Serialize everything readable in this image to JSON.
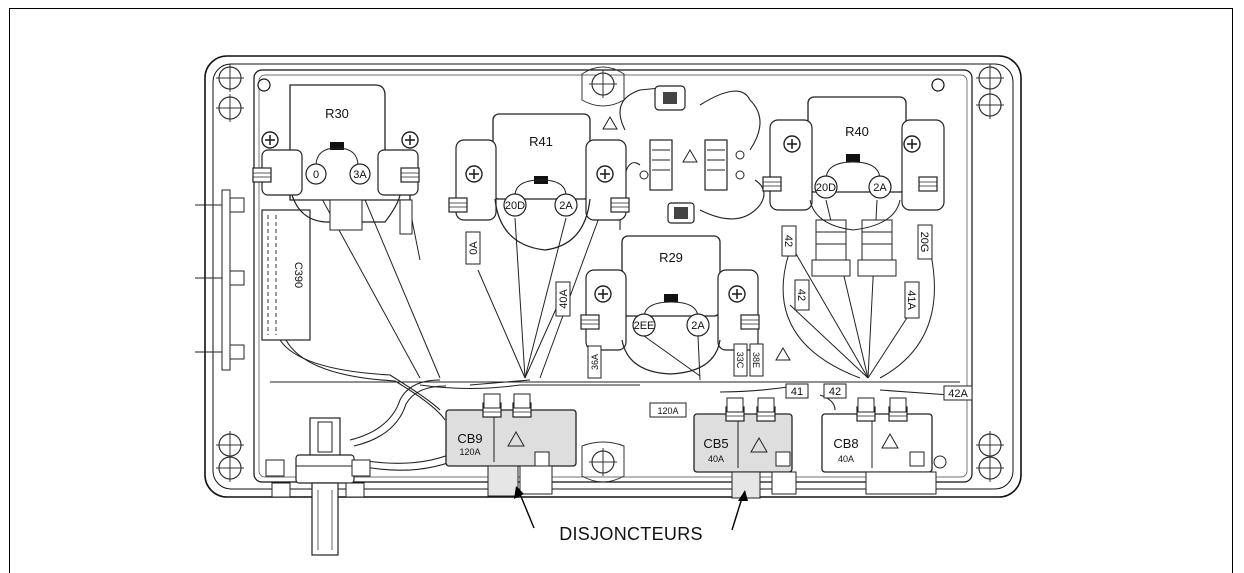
{
  "relays": [
    {
      "name": "R30",
      "left_terminal": "0",
      "right_terminal": "3A"
    },
    {
      "name": "R41",
      "left_terminal": "20D",
      "right_terminal": "2A"
    },
    {
      "name": "R29",
      "left_terminal": "2EE",
      "right_terminal": "2A"
    },
    {
      "name": "R40",
      "left_terminal": "20D",
      "right_terminal": "2A"
    }
  ],
  "connector": {
    "name": "C390"
  },
  "wire_labels": {
    "w0a": "0A",
    "w40a": "40A",
    "w42": "42",
    "w42b": "42",
    "w41a": "41A",
    "w20g": "20G",
    "w36a": "36A",
    "w33c": "33C",
    "w38e": "38E",
    "w120a": "120A",
    "w41": "41",
    "w42c": "42",
    "w42a": "42A"
  },
  "breakers": [
    {
      "name": "CB9",
      "rating": "120A"
    },
    {
      "name": "CB5",
      "rating": "40A"
    },
    {
      "name": "CB8",
      "rating": "40A"
    }
  ],
  "callout": "DISJONCTEURS"
}
